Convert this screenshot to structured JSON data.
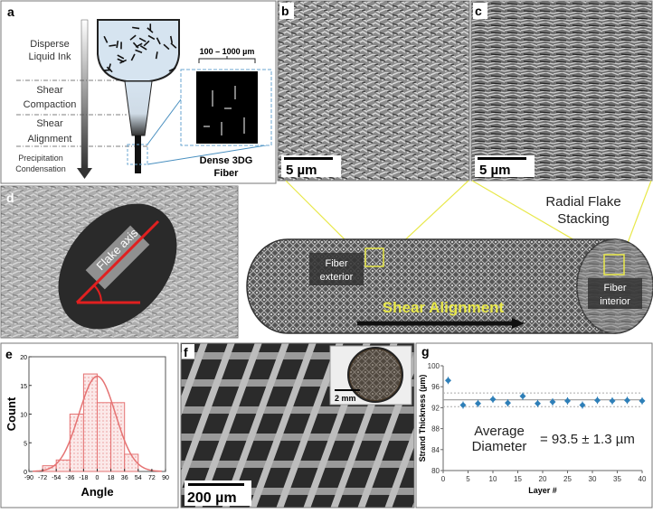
{
  "panels": {
    "a": {
      "label": "a",
      "stages": [
        "Disperse",
        "Liquid Ink",
        "Shear",
        "Compaction",
        "Shear",
        "Alignment",
        "Precipitation",
        "Condensation"
      ],
      "scale_label": "100 – 1000 µm",
      "fiber_label": [
        "Dense 3DG",
        "Fiber"
      ]
    },
    "b": {
      "label": "b",
      "scale_bar": "5 µm"
    },
    "c": {
      "label": "c",
      "scale_bar": "5 µm"
    },
    "d": {
      "label": "d",
      "axis_label": "Flake axis"
    },
    "cylinder": {
      "title": [
        "Radial Flake",
        "Stacking"
      ],
      "exterior": [
        "Fiber",
        "exterior"
      ],
      "interior": [
        "Fiber",
        "interior"
      ],
      "arrow_label": "Shear Alignment"
    },
    "e": {
      "label": "e"
    },
    "f": {
      "label": "f",
      "scale_bar": "200 µm",
      "inset_scale": "2 mm"
    },
    "g": {
      "label": "g",
      "annotation": [
        "Average",
        "Diameter",
        "= 93.5 ± 1.3 µm"
      ]
    }
  },
  "colors": {
    "histogram": "#e57373",
    "points": "#2e7fb8",
    "highlight": "#e8e84a",
    "flake_axis": "#e02020"
  },
  "chart_data": [
    {
      "type": "bar",
      "panel": "e",
      "xlabel": "Angle",
      "ylabel": "Count",
      "bins": [
        [
          -72,
          -54
        ],
        [
          -54,
          -36
        ],
        [
          -36,
          -18
        ],
        [
          -18,
          0
        ],
        [
          0,
          18
        ],
        [
          18,
          36
        ],
        [
          36,
          54
        ]
      ],
      "values": [
        1,
        2,
        10,
        17,
        12,
        12,
        3
      ],
      "fit": {
        "type": "gaussian",
        "mean": 0,
        "sd": 24,
        "peak": 16.6
      },
      "xlim": [
        -90,
        90
      ],
      "ylim": [
        0,
        20
      ],
      "xticks": [
        "-90",
        "-72",
        "-54",
        "-36",
        "-18",
        "0",
        "18",
        "36",
        "54",
        "72",
        "90"
      ],
      "yticks": [
        "0",
        "5",
        "10",
        "15",
        "20"
      ]
    },
    {
      "type": "scatter",
      "panel": "g",
      "xlabel": "Layer #",
      "ylabel": "Strand Thickness (µm)",
      "x": [
        1,
        4,
        7,
        10,
        13,
        16,
        19,
        22,
        25,
        28,
        31,
        34,
        37,
        40
      ],
      "y": [
        97.2,
        92.5,
        92.8,
        93.6,
        92.9,
        94.2,
        92.8,
        93.1,
        93.3,
        92.5,
        93.4,
        93.3,
        93.4,
        93.3
      ],
      "mean": 93.5,
      "sd": 1.3,
      "xlim": [
        0,
        40
      ],
      "ylim": [
        80,
        100
      ],
      "xticks": [
        "0",
        "5",
        "10",
        "15",
        "20",
        "25",
        "30",
        "35",
        "40"
      ],
      "yticks": [
        "80",
        "84",
        "88",
        "92",
        "96",
        "100"
      ]
    }
  ]
}
